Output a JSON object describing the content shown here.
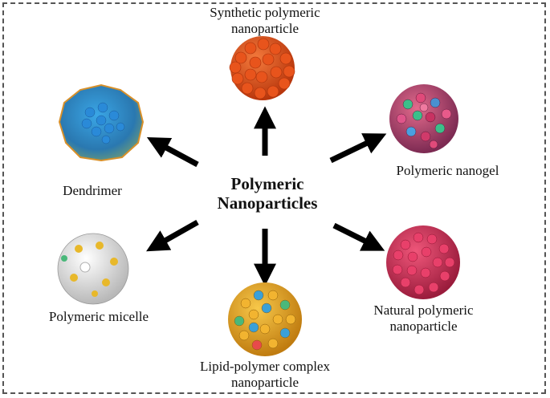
{
  "diagram": {
    "center": {
      "line1": "Polymeric",
      "line2": "Nanoparticles"
    },
    "nodes": [
      {
        "id": "synthetic",
        "line1": "Synthetic polymeric",
        "line2": "nanoparticle",
        "color": "#e8541c"
      },
      {
        "id": "nanogel",
        "line1": "Polymeric nanogel",
        "line2": "",
        "color": "#c23a6a"
      },
      {
        "id": "natural",
        "line1": "Natural polymeric",
        "line2": "nanoparticle",
        "color": "#d02c57"
      },
      {
        "id": "lipid",
        "line1": "Lipid-polymer complex",
        "line2": "nanoparticle",
        "color": "#e3a21f"
      },
      {
        "id": "micelle",
        "line1": "Polymeric micelle",
        "line2": "",
        "color": "#e6e6e6"
      },
      {
        "id": "dendrimer",
        "line1": "Dendrimer",
        "line2": "",
        "color": "#2f86c8"
      }
    ]
  }
}
